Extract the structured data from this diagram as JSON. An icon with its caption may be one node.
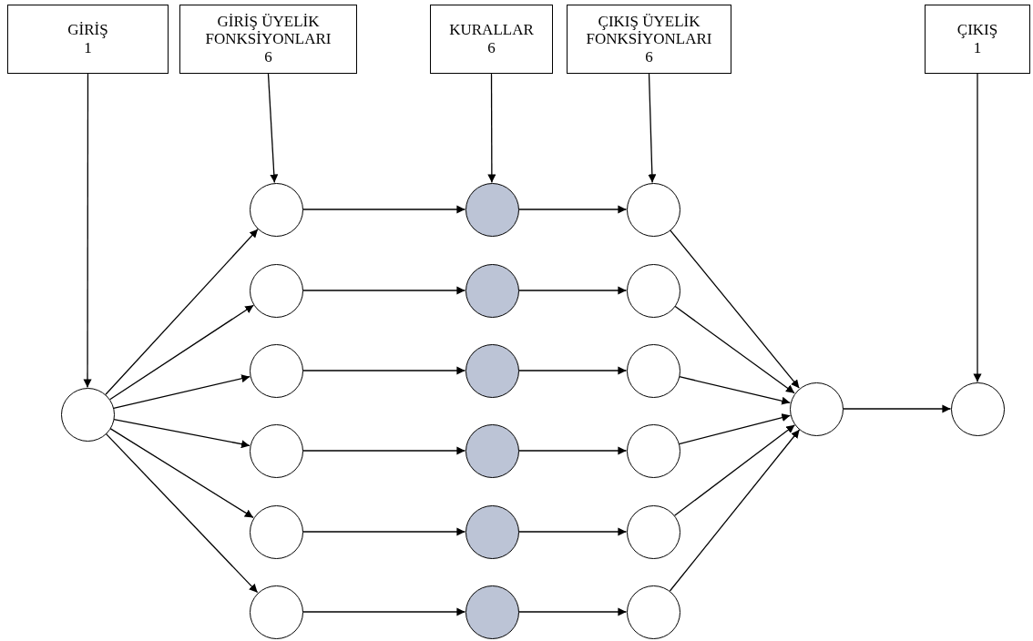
{
  "diagram": {
    "nodes": [
      {
        "text": [
          "GİRİŞ",
          "1"
        ]
      },
      {
        "text": [
          "GİRİŞ ÜYELİK FONKSİYONLARI",
          "6"
        ]
      },
      {
        "text": [
          "KURALLAR",
          "6"
        ]
      },
      {
        "text": [
          "ÇIKIŞ ÜYELİK FONKSİYONLARI",
          "6"
        ]
      },
      {
        "text": [
          "ÇIKIŞ",
          "1"
        ]
      },
      {
        "text": [],
        "shape": "circle"
      },
      {
        "text": [],
        "shape": "circle"
      },
      {
        "text": [],
        "shape": "circle"
      },
      {
        "text": [],
        "shape": "circle"
      },
      {
        "text": [],
        "shape": "circle"
      },
      {
        "text": [],
        "shape": "circle"
      },
      {
        "text": [],
        "shape": "circle"
      },
      {
        "text": [],
        "shape": "circle"
      },
      {
        "text": [],
        "shape": "circle"
      },
      {
        "text": [],
        "shape": "circle"
      },
      {
        "text": [],
        "shape": "circle"
      },
      {
        "text": [],
        "shape": "circle"
      },
      {
        "text": [],
        "shape": "circle"
      },
      {
        "text": [],
        "shape": "circle"
      },
      {
        "text": [],
        "shape": "circle"
      },
      {
        "text": [],
        "shape": "circle"
      },
      {
        "text": [],
        "shape": "circle"
      },
      {
        "text": [],
        "shape": "circle"
      },
      {
        "text": [],
        "shape": "circle"
      },
      {
        "text": [],
        "shape": "circle"
      },
      {
        "text": [],
        "shape": "circle"
      }
    ],
    "edges": [
      {
        "from": 0,
        "to": 5,
        "arrow": "to"
      },
      {
        "from": 1,
        "to": 6,
        "arrow": "to"
      },
      {
        "from": 2,
        "to": 12,
        "arrow": "to"
      },
      {
        "from": 3,
        "to": 18,
        "arrow": "to"
      },
      {
        "from": 4,
        "to": 25,
        "arrow": "to"
      },
      {
        "from": 5,
        "to": 6,
        "arrow": "to"
      },
      {
        "from": 5,
        "to": 7,
        "arrow": "to"
      },
      {
        "from": 5,
        "to": 8,
        "arrow": "to"
      },
      {
        "from": 5,
        "to": 9,
        "arrow": "to"
      },
      {
        "from": 5,
        "to": 10,
        "arrow": "to"
      },
      {
        "from": 5,
        "to": 11,
        "arrow": "to"
      },
      {
        "from": 6,
        "to": 12,
        "arrow": "to"
      },
      {
        "from": 7,
        "to": 13,
        "arrow": "to"
      },
      {
        "from": 8,
        "to": 14,
        "arrow": "to"
      },
      {
        "from": 9,
        "to": 15,
        "arrow": "to"
      },
      {
        "from": 10,
        "to": 16,
        "arrow": "to"
      },
      {
        "from": 11,
        "to": 17,
        "arrow": "to"
      },
      {
        "from": 12,
        "to": 18,
        "arrow": "to"
      },
      {
        "from": 13,
        "to": 19,
        "arrow": "to"
      },
      {
        "from": 14,
        "to": 20,
        "arrow": "to"
      },
      {
        "from": 15,
        "to": 21,
        "arrow": "to"
      },
      {
        "from": 16,
        "to": 22,
        "arrow": "to"
      },
      {
        "from": 17,
        "to": 23,
        "arrow": "to"
      },
      {
        "from": 18,
        "to": 24,
        "arrow": "to"
      },
      {
        "from": 19,
        "to": 24,
        "arrow": "to"
      },
      {
        "from": 20,
        "to": 24,
        "arrow": "to"
      },
      {
        "from": 21,
        "to": 24,
        "arrow": "to"
      },
      {
        "from": 22,
        "to": 24,
        "arrow": "to"
      },
      {
        "from": 23,
        "to": 24,
        "arrow": "to"
      },
      {
        "from": 24,
        "to": 25,
        "arrow": "to"
      }
    ]
  }
}
